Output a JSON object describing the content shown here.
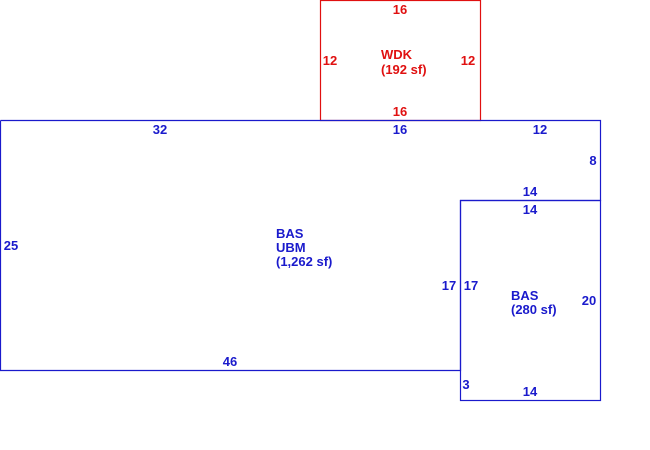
{
  "colors": {
    "living_area": "#1a1acc",
    "deck": "#e01010",
    "background": "#ffffff"
  },
  "deck": {
    "code": "WDK",
    "area": "(192 sf)",
    "dims": {
      "top": "16",
      "bottom": "16",
      "left": "12",
      "right": "12"
    }
  },
  "main_area": {
    "code": "BAS",
    "code2": "UBM",
    "area": "(1,262 sf)",
    "dims": {
      "top_left": "32",
      "top_mid": "16",
      "top_right": "12",
      "right_upper": "8",
      "step_top": "14",
      "left": "25",
      "bottom": "46",
      "inner_right": "17"
    }
  },
  "addition": {
    "code": "BAS",
    "area": "(280 sf)",
    "dims": {
      "top": "14",
      "left": "17",
      "right": "20",
      "bottom": "14",
      "bottom_left": "3"
    }
  }
}
